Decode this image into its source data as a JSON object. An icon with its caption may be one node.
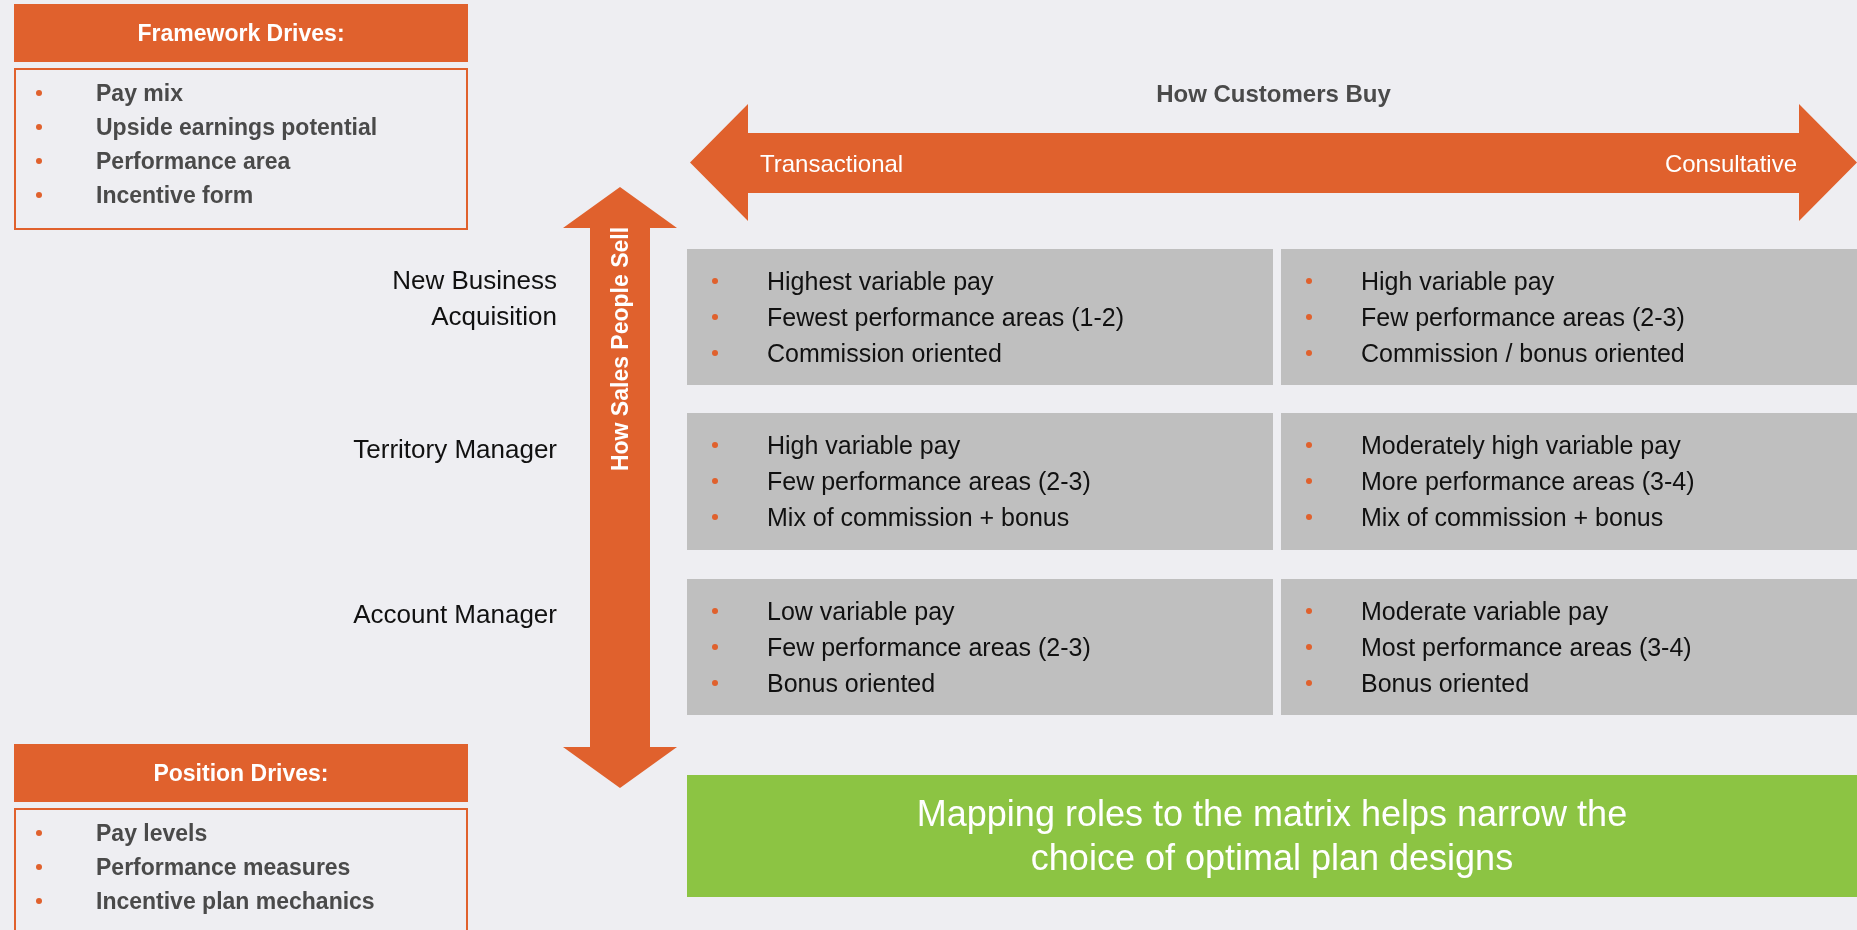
{
  "diagram": {
    "nodes": [
      {
        "text": [
          "Framework Drives:",
          "Pay mix",
          "Upside earnings potential",
          "Performance area",
          "Incentive form"
        ]
      },
      {
        "text": [
          "Transactional",
          "Consultative"
        ],
        "beside": [
          "How Customers Buy"
        ]
      },
      {
        "text": [
          "How Sales People Sell"
        ]
      },
      {
        "text": [
          "Highest variable pay",
          "Fewest performance areas (1-2)",
          "Commission oriented"
        ]
      },
      {
        "text": [
          "High variable pay",
          "Few performance areas (2-3)",
          "Commission / bonus oriented"
        ]
      },
      {
        "text": [
          "High variable pay",
          "Few performance areas (2-3)",
          "Mix of commission + bonus"
        ]
      },
      {
        "text": [
          "Moderately high variable pay",
          "More performance areas (3-4)",
          "Mix of commission + bonus"
        ]
      },
      {
        "text": [
          "Low variable pay",
          "Few performance areas (2-3)",
          "Bonus oriented"
        ]
      },
      {
        "text": [
          "Moderate variable pay",
          "Most performance areas (3-4)",
          "Bonus oriented"
        ]
      },
      {
        "text": [
          "Mapping roles to the matrix helps narrow the choice of optimal plan designs"
        ]
      },
      {
        "text": [
          "Position Drives:",
          "Pay levels",
          "Performance measures",
          "Incentive plan mechanics"
        ]
      }
    ],
    "labels": [
      "New Business Acquisition",
      "Territory Manager",
      "Account Manager"
    ]
  }
}
